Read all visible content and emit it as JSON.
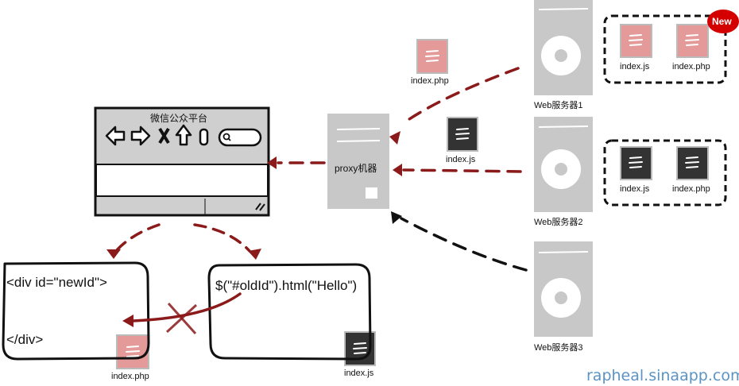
{
  "browser": {
    "title": "微信公众平台"
  },
  "proxy": {
    "label": "proxy机器"
  },
  "servers": [
    {
      "label": "Web服务器1"
    },
    {
      "label": "Web服务器2"
    },
    {
      "label": "Web服务器3"
    }
  ],
  "groups": {
    "server1_files": [
      "index.js",
      "index.php"
    ],
    "server2_files": [
      "index.js",
      "index.php"
    ],
    "new_badge": "New"
  },
  "flow_files": {
    "from_server1": "index.php",
    "from_server2": "index.js"
  },
  "code_boxes": {
    "left": {
      "open": "<div id=\"newId\">",
      "close": "</div>",
      "file": "index.php"
    },
    "right": {
      "code": "$(\"#oldId\").html(\"Hello\")",
      "file": "index.js"
    }
  },
  "footer": {
    "text": "rapheal.sinaapp.com"
  },
  "colors": {
    "php_file": "#e59a9a",
    "js_file": "#333333",
    "arrow_red": "#8b1a1a",
    "arrow_black": "#111111",
    "server_gray": "#c8c8c8",
    "badge_red": "#d40000",
    "footer_blue": "#5b93c4"
  }
}
